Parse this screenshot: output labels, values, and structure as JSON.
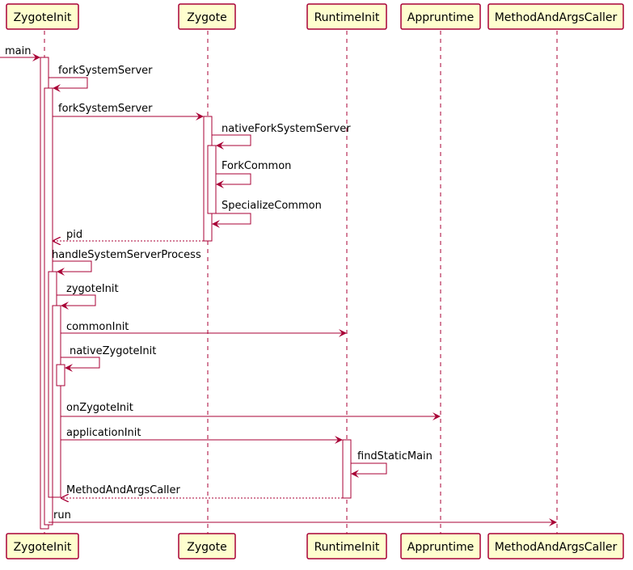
{
  "colors": {
    "participant_fill": "#FEFECE",
    "participant_border": "#A80036",
    "arrow": "#A80036",
    "activation_fill": "#FFFFFF"
  },
  "participants": [
    {
      "id": "zygoteinit",
      "label": "ZygoteInit"
    },
    {
      "id": "zygote",
      "label": "Zygote"
    },
    {
      "id": "runtimeinit",
      "label": "RuntimeInit"
    },
    {
      "id": "appruntime",
      "label": "Appruntime"
    },
    {
      "id": "methodandargscaller",
      "label": "MethodAndArgsCaller"
    }
  ],
  "messages": [
    {
      "label": "main",
      "from": "external",
      "to": "zygoteinit",
      "kind": "call"
    },
    {
      "label": "forkSystemServer",
      "from": "zygoteinit",
      "to": "zygoteinit",
      "kind": "self"
    },
    {
      "label": "forkSystemServer",
      "from": "zygoteinit",
      "to": "zygote",
      "kind": "call"
    },
    {
      "label": "nativeForkSystemServer",
      "from": "zygote",
      "to": "zygote",
      "kind": "self"
    },
    {
      "label": "ForkCommon",
      "from": "zygote",
      "to": "zygote",
      "kind": "self"
    },
    {
      "label": "SpecializeCommon",
      "from": "zygote",
      "to": "zygote",
      "kind": "self"
    },
    {
      "label": "pid",
      "from": "zygote",
      "to": "zygoteinit",
      "kind": "return"
    },
    {
      "label": "handleSystemServerProcess",
      "from": "zygoteinit",
      "to": "zygoteinit",
      "kind": "self"
    },
    {
      "label": "zygoteInit",
      "from": "zygoteinit",
      "to": "zygoteinit",
      "kind": "self"
    },
    {
      "label": "commonInit",
      "from": "zygoteinit",
      "to": "runtimeinit",
      "kind": "call"
    },
    {
      "label": "nativeZygoteInit",
      "from": "zygoteinit",
      "to": "zygoteinit",
      "kind": "self"
    },
    {
      "label": "onZygoteInit",
      "from": "zygoteinit",
      "to": "appruntime",
      "kind": "call"
    },
    {
      "label": "applicationInit",
      "from": "zygoteinit",
      "to": "runtimeinit",
      "kind": "call"
    },
    {
      "label": "findStaticMain",
      "from": "runtimeinit",
      "to": "runtimeinit",
      "kind": "self"
    },
    {
      "label": "MethodAndArgsCaller",
      "from": "runtimeinit",
      "to": "zygoteinit",
      "kind": "return"
    },
    {
      "label": "run",
      "from": "zygoteinit",
      "to": "methodandargscaller",
      "kind": "call"
    }
  ]
}
